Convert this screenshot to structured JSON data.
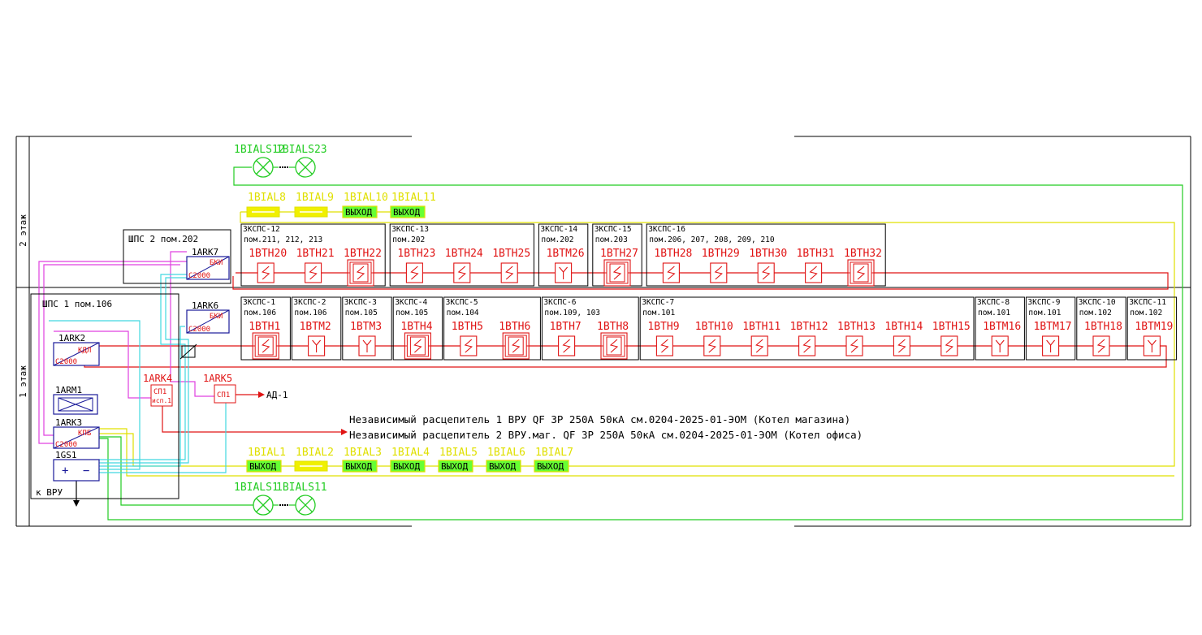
{
  "floors": {
    "floor2": "2 этаж",
    "floor1": "1 этаж"
  },
  "panels": {
    "shps2": "ШПС 2 пом.202",
    "shps1": "ШПС 1 пом.106",
    "to_vru": "к ВРУ"
  },
  "devices": {
    "ark7": {
      "name": "1ARK7",
      "tag": "БКИ",
      "model": "С2000"
    },
    "ark6": {
      "name": "1ARK6",
      "tag": "БКИ",
      "model": "С2000"
    },
    "ark2": {
      "name": "1ARK2",
      "tag": "КДЛ",
      "model": "С2000"
    },
    "arm1": {
      "name": "1ARM1"
    },
    "ark3": {
      "name": "1ARK3",
      "tag": "КПБ",
      "model": "С2000"
    },
    "gs1": {
      "name": "1GS1",
      "plus": "+",
      "minus": "−"
    },
    "ark4": {
      "name": "1ARK4",
      "line1": "СП1",
      "line2": "исп.1"
    },
    "ark5": {
      "name": "1ARK5",
      "line1": "СП1",
      "target": "АД-1"
    }
  },
  "notes": {
    "line1": "Независимый расцепитель 1 ВРУ QF 3P 250A 50кА см.0204-2025-01-ЭОМ (Котел магазина)",
    "line2": "Независимый расцепитель 2 ВРУ.маг. QF 3P 250A 50кА см.0204-2025-01-ЭОМ (Котел офиса)"
  },
  "lights_top": [
    "1BIALS12",
    "1BIALS23"
  ],
  "lights_bottom": [
    "1BIALS1",
    "1BIALS11"
  ],
  "signs_top": [
    {
      "name": "1BIAL8",
      "type": "bar",
      "text": ""
    },
    {
      "name": "1BIAL9",
      "type": "bar",
      "text": ""
    },
    {
      "name": "1BIAL10",
      "type": "exit",
      "text": "ВЫХОД"
    },
    {
      "name": "1BIAL11",
      "type": "exit",
      "text": "ВЫХОД"
    }
  ],
  "signs_bottom": [
    {
      "name": "1BIAL1",
      "type": "exit",
      "text": "ВЫХОД"
    },
    {
      "name": "1BIAL2",
      "type": "bar",
      "text": ""
    },
    {
      "name": "1BIAL3",
      "type": "exit",
      "text": "ВЫХОД"
    },
    {
      "name": "1BIAL4",
      "type": "exit",
      "text": "ВЫХОД"
    },
    {
      "name": "1BIAL5",
      "type": "exit",
      "text": "ВЫХОД"
    },
    {
      "name": "1BIAL6",
      "type": "exit",
      "text": "ВЫХОД"
    },
    {
      "name": "1BIAL7",
      "type": "exit",
      "text": "ВЫХОД"
    }
  ],
  "zones_floor2": [
    {
      "title": "ЗКСПС-12",
      "room": "пом.211, 212, 213",
      "detectors": [
        {
          "name": "1BTH20",
          "kind": "heat"
        },
        {
          "name": "1BTH21",
          "kind": "heat"
        },
        {
          "name": "1BTH22",
          "kind": "heat-box"
        }
      ]
    },
    {
      "title": "ЗКСПС-13",
      "room": "пом.202",
      "detectors": [
        {
          "name": "1BTH23",
          "kind": "heat"
        },
        {
          "name": "1BTH24",
          "kind": "heat"
        },
        {
          "name": "1BTH25",
          "kind": "heat"
        }
      ]
    },
    {
      "title": "ЗКСПС-14",
      "room": "пом.202",
      "detectors": [
        {
          "name": "1BTM26",
          "kind": "manual"
        }
      ]
    },
    {
      "title": "ЗКСПС-15",
      "room": "пом.203",
      "detectors": [
        {
          "name": "1BTH27",
          "kind": "heat-box"
        }
      ]
    },
    {
      "title": "ЗКСПС-16",
      "room": "пом.206, 207, 208, 209, 210",
      "detectors": [
        {
          "name": "1BTH28",
          "kind": "heat"
        },
        {
          "name": "1BTH29",
          "kind": "heat"
        },
        {
          "name": "1BTH30",
          "kind": "heat"
        },
        {
          "name": "1BTH31",
          "kind": "heat"
        },
        {
          "name": "1BTH32",
          "kind": "heat-box"
        }
      ]
    }
  ],
  "zones_floor1": [
    {
      "title": "ЗКСПС-1",
      "room": "пом.106",
      "detectors": [
        {
          "name": "1BTH1",
          "kind": "heat-box"
        }
      ]
    },
    {
      "title": "ЗКСПС-2",
      "room": "пом.106",
      "detectors": [
        {
          "name": "1BTM2",
          "kind": "manual"
        }
      ]
    },
    {
      "title": "ЗКСПС-3",
      "room": "пом.105",
      "detectors": [
        {
          "name": "1BTM3",
          "kind": "manual"
        }
      ]
    },
    {
      "title": "ЗКСПС-4",
      "room": "пом.105",
      "detectors": [
        {
          "name": "1BTH4",
          "kind": "heat-box"
        }
      ]
    },
    {
      "title": "ЗКСПС-5",
      "room": "пом.104",
      "detectors": [
        {
          "name": "1BTH5",
          "kind": "heat"
        },
        {
          "name": "1BTH6",
          "kind": "heat-box"
        }
      ]
    },
    {
      "title": "ЗКСПС-6",
      "room": "пом.109, 103",
      "detectors": [
        {
          "name": "1BTH7",
          "kind": "heat"
        },
        {
          "name": "1BTH8",
          "kind": "heat-box"
        }
      ]
    },
    {
      "title": "ЗКСПС-7",
      "room": "пом.101",
      "detectors": [
        {
          "name": "1BTH9",
          "kind": "heat"
        },
        {
          "name": "1BTH10",
          "kind": "heat"
        },
        {
          "name": "1BTH11",
          "kind": "heat"
        },
        {
          "name": "1BTH12",
          "kind": "heat"
        },
        {
          "name": "1BTH13",
          "kind": "heat"
        },
        {
          "name": "1BTH14",
          "kind": "heat"
        },
        {
          "name": "1BTH15",
          "kind": "heat"
        }
      ]
    },
    {
      "title": "ЗКСПС-8",
      "room": "пом.101",
      "detectors": [
        {
          "name": "1BTM16",
          "kind": "manual"
        }
      ]
    },
    {
      "title": "ЗКСПС-9",
      "room": "пом.101",
      "detectors": [
        {
          "name": "1BTM17",
          "kind": "manual"
        }
      ]
    },
    {
      "title": "ЗКСПС-10",
      "room": "пом.102",
      "detectors": [
        {
          "name": "1BTH18",
          "kind": "heat"
        }
      ]
    },
    {
      "title": "ЗКСПС-11",
      "room": "пом.102",
      "detectors": [
        {
          "name": "1BTM19",
          "kind": "manual"
        }
      ]
    }
  ],
  "colors": {
    "fire_loop": "#e01414",
    "light_line": "#22cc22",
    "sign_line": "#e0e000",
    "interface": "#e040e0",
    "power": "#40d8e0",
    "device": "#1a1a9a",
    "exit_fill": "#66ff33",
    "frame": "#000000"
  }
}
